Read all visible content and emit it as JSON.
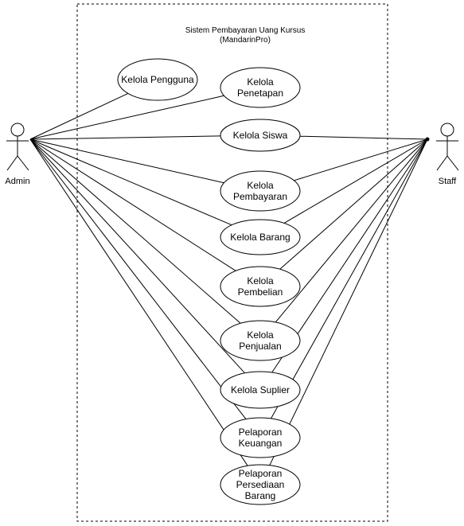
{
  "system": {
    "title_line1": "Sistem Pembayaran Uang Kursus",
    "title_line2": "(MandarinPro)"
  },
  "actors": {
    "admin": {
      "label": "Admin"
    },
    "staff": {
      "label": "Staff"
    }
  },
  "use_cases": [
    {
      "id": "kelola-pengguna",
      "lines": [
        "Kelola Pengguna"
      ],
      "actors": [
        "admin"
      ]
    },
    {
      "id": "kelola-penetapan",
      "lines": [
        "Kelola",
        "Penetapan"
      ],
      "actors": [
        "admin"
      ]
    },
    {
      "id": "kelola-siswa",
      "lines": [
        "Kelola Siswa"
      ],
      "actors": [
        "admin",
        "staff"
      ]
    },
    {
      "id": "kelola-pembayaran",
      "lines": [
        "Kelola",
        "Pembayaran"
      ],
      "actors": [
        "admin",
        "staff"
      ]
    },
    {
      "id": "kelola-barang",
      "lines": [
        "Kelola Barang"
      ],
      "actors": [
        "admin",
        "staff"
      ]
    },
    {
      "id": "kelola-pembelian",
      "lines": [
        "Kelola",
        "Pembelian"
      ],
      "actors": [
        "admin",
        "staff"
      ]
    },
    {
      "id": "kelola-penjualan",
      "lines": [
        "Kelola",
        "Penjualan"
      ],
      "actors": [
        "admin",
        "staff"
      ]
    },
    {
      "id": "kelola-suplier",
      "lines": [
        "Kelola Suplier"
      ],
      "actors": [
        "admin",
        "staff"
      ]
    },
    {
      "id": "pelaporan-keuangan",
      "lines": [
        "Pelaporan",
        "Keuangan"
      ],
      "actors": [
        "admin",
        "staff"
      ]
    },
    {
      "id": "pelaporan-persediaan-barang",
      "lines": [
        "Pelaporan",
        "Persediaan",
        "Barang"
      ],
      "actors": [
        "admin",
        "staff"
      ]
    }
  ]
}
